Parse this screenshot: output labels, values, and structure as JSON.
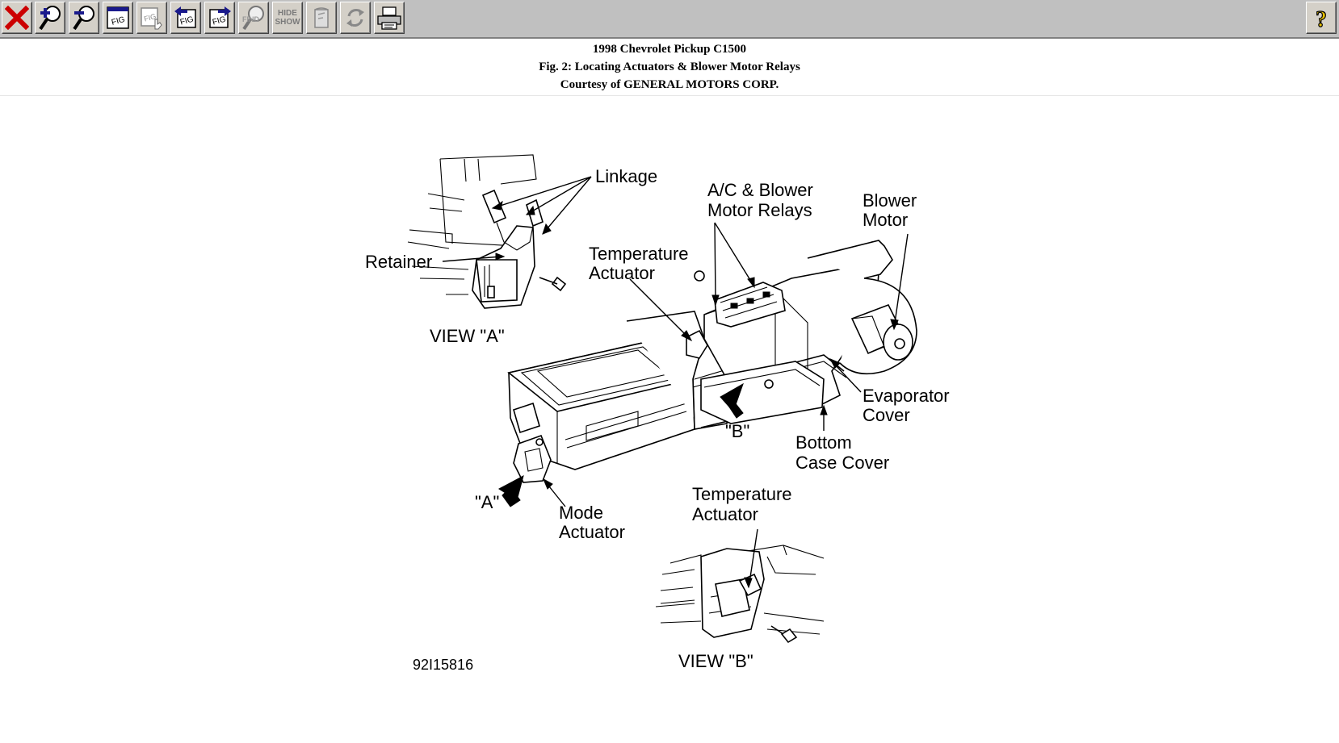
{
  "toolbar": {
    "buttons": [
      {
        "id": "close",
        "icon": "close-x-icon"
      },
      {
        "id": "zoom-in",
        "icon": "zoom-in-icon"
      },
      {
        "id": "zoom-out",
        "icon": "zoom-out-icon"
      },
      {
        "id": "fig",
        "icon": "figure-icon"
      },
      {
        "id": "fig-select",
        "icon": "figure-hand-icon"
      },
      {
        "id": "fig-prev",
        "icon": "figure-previous-icon"
      },
      {
        "id": "fig-next",
        "icon": "figure-next-icon"
      },
      {
        "id": "find",
        "icon": "find-icon",
        "label": "FIND"
      },
      {
        "id": "hide-show",
        "icon": "hide-show-icon",
        "label_top": "HIDE",
        "label_bottom": "SHOW"
      },
      {
        "id": "notes",
        "icon": "notes-icon"
      },
      {
        "id": "refresh",
        "icon": "refresh-icon"
      },
      {
        "id": "print",
        "icon": "print-icon"
      },
      {
        "id": "help",
        "icon": "help-icon",
        "label": "?"
      }
    ],
    "colors": {
      "close": "#cc0000",
      "zoom": "#1a1a8c",
      "help": "#e8c000"
    }
  },
  "header": {
    "vehicle": "1998 Chevrolet Pickup C1500",
    "figure_title": "Fig. 2: Locating Actuators & Blower Motor Relays",
    "courtesy": "Courtesy of GENERAL MOTORS CORP."
  },
  "figure": {
    "labels": {
      "linkage": "Linkage",
      "retainer": "Retainer",
      "view_a": "VIEW \"A\"",
      "ac_relays_1": "A/C & Blower",
      "ac_relays_2": "Motor Relays",
      "blower_1": "Blower",
      "blower_2": "Motor",
      "temp_1": "Temperature",
      "temp_2": "Actuator",
      "evap_1": "Evaporator",
      "evap_2": "Cover",
      "b_arrow": "\"B\"",
      "bottom_1": "Bottom",
      "bottom_2": "Case Cover",
      "a_arrow": "\"A\"",
      "mode_1": "Mode",
      "mode_2": "Actuator",
      "temp_b_1": "Temperature",
      "temp_b_2": "Actuator",
      "view_b": "VIEW \"B\"",
      "fig_code": "92I15816"
    }
  }
}
